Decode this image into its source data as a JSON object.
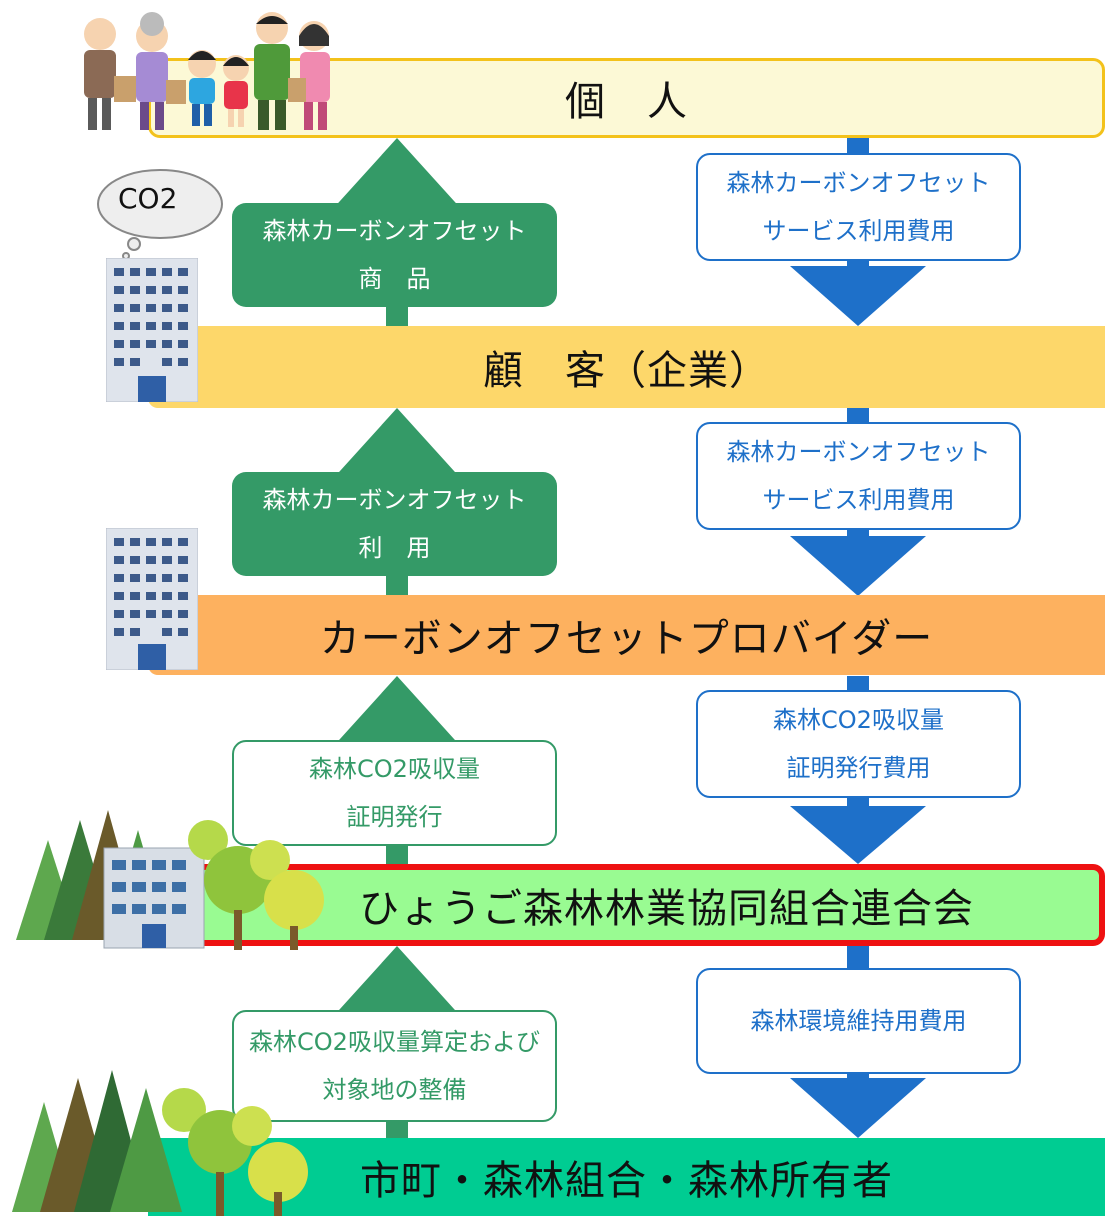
{
  "tiers": {
    "individual": "個　人",
    "customer": "顧　客（企業）",
    "provider": "カーボンオフセットプロバイダー",
    "federation": "ひょうご森林林業協同組合連合会",
    "owners": "市町・森林組合・森林所有者"
  },
  "up_flows": [
    {
      "line1": "森林カーボンオフセット",
      "line2": "商　品"
    },
    {
      "line1": "森林カーボンオフセット",
      "line2": "利　用"
    },
    {
      "line1": "森林CO2吸収量",
      "line2": "証明発行"
    },
    {
      "line1": "森林CO2吸収量算定および",
      "line2": "対象地の整備"
    }
  ],
  "down_flows": [
    {
      "line1": "森林カーボンオフセット",
      "line2": "サービス利用費用"
    },
    {
      "line1": "森林カーボンオフセット",
      "line2": "サービス利用費用"
    },
    {
      "line1": "森林CO2吸収量",
      "line2": "証明発行費用"
    },
    {
      "line1": "森林環境維持用費用",
      "line2": ""
    }
  ],
  "cloud_text": "CO2",
  "colors": {
    "up_arrow": "#349a67",
    "down_arrow": "#1e70c9",
    "individual_fill": "#fcf9d6",
    "individual_border": "#f3c21b",
    "customer_fill": "#fdd76a",
    "provider_fill": "#fdb15f",
    "federation_fill": "#99fb92",
    "federation_border": "#ee1111",
    "owners_fill": "#00cc92"
  }
}
